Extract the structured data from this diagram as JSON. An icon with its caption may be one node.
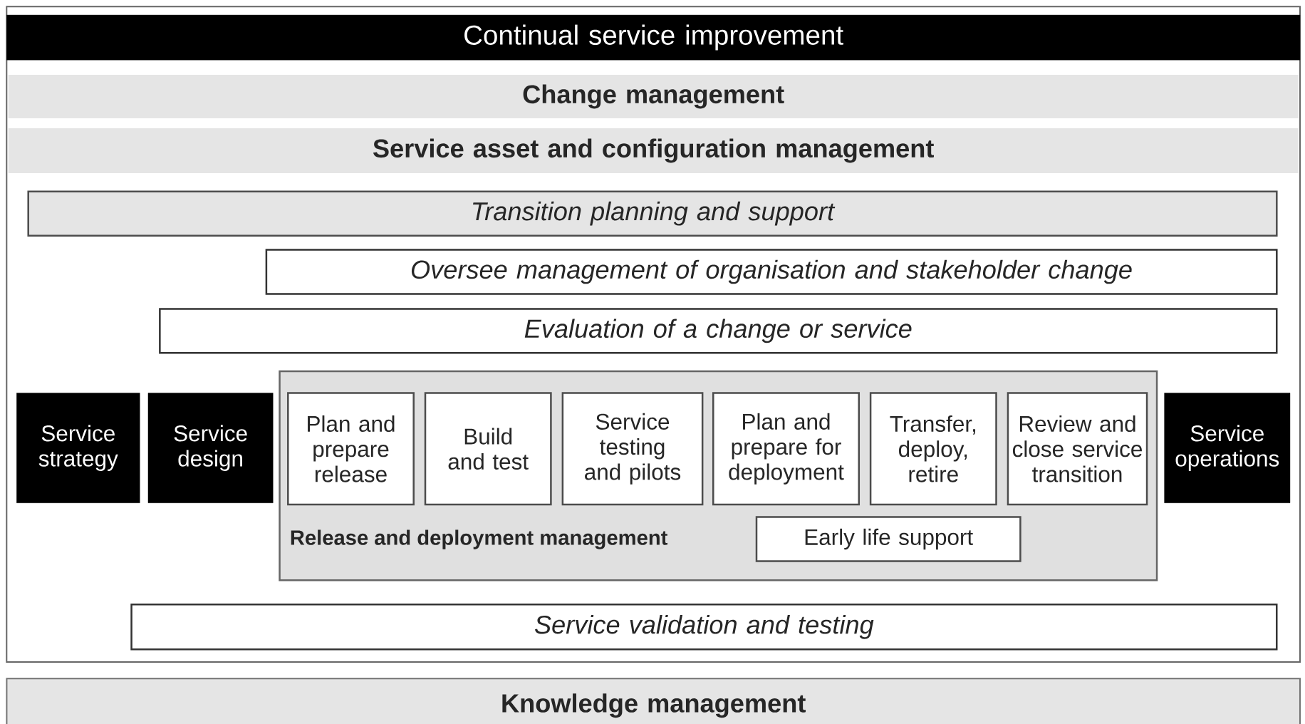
{
  "diagram": {
    "nodes": [
      {
        "text": [
          "Continual service improvement"
        ]
      },
      {
        "text": [
          "Change management"
        ]
      },
      {
        "text": [
          "Service asset and configuration management"
        ]
      },
      {
        "text": [
          "Transition planning and support"
        ]
      },
      {
        "text": [
          "Oversee management of organisation and stakeholder change"
        ]
      },
      {
        "text": [
          "Evaluation of a change or service"
        ]
      },
      {
        "text": [
          "Service strategy"
        ]
      },
      {
        "text": [
          "Service design"
        ]
      },
      {
        "text": [
          "Release and deployment management"
        ]
      },
      {
        "text": [
          "Plan and prepare release"
        ],
        "in": 8
      },
      {
        "text": [
          "Build and test"
        ],
        "in": 8
      },
      {
        "text": [
          "Service testing and pilots"
        ],
        "in": 8
      },
      {
        "text": [
          "Plan and prepare for deployment"
        ],
        "in": 8
      },
      {
        "text": [
          "Transfer, deploy, retire"
        ],
        "in": 8
      },
      {
        "text": [
          "Review and close service transition"
        ],
        "in": 8
      },
      {
        "text": [
          "Early life support"
        ],
        "in": 8
      },
      {
        "text": [
          "Service operations"
        ]
      },
      {
        "text": [
          "Service validation and testing"
        ]
      },
      {
        "text": [
          "Knowledge management"
        ]
      }
    ]
  }
}
